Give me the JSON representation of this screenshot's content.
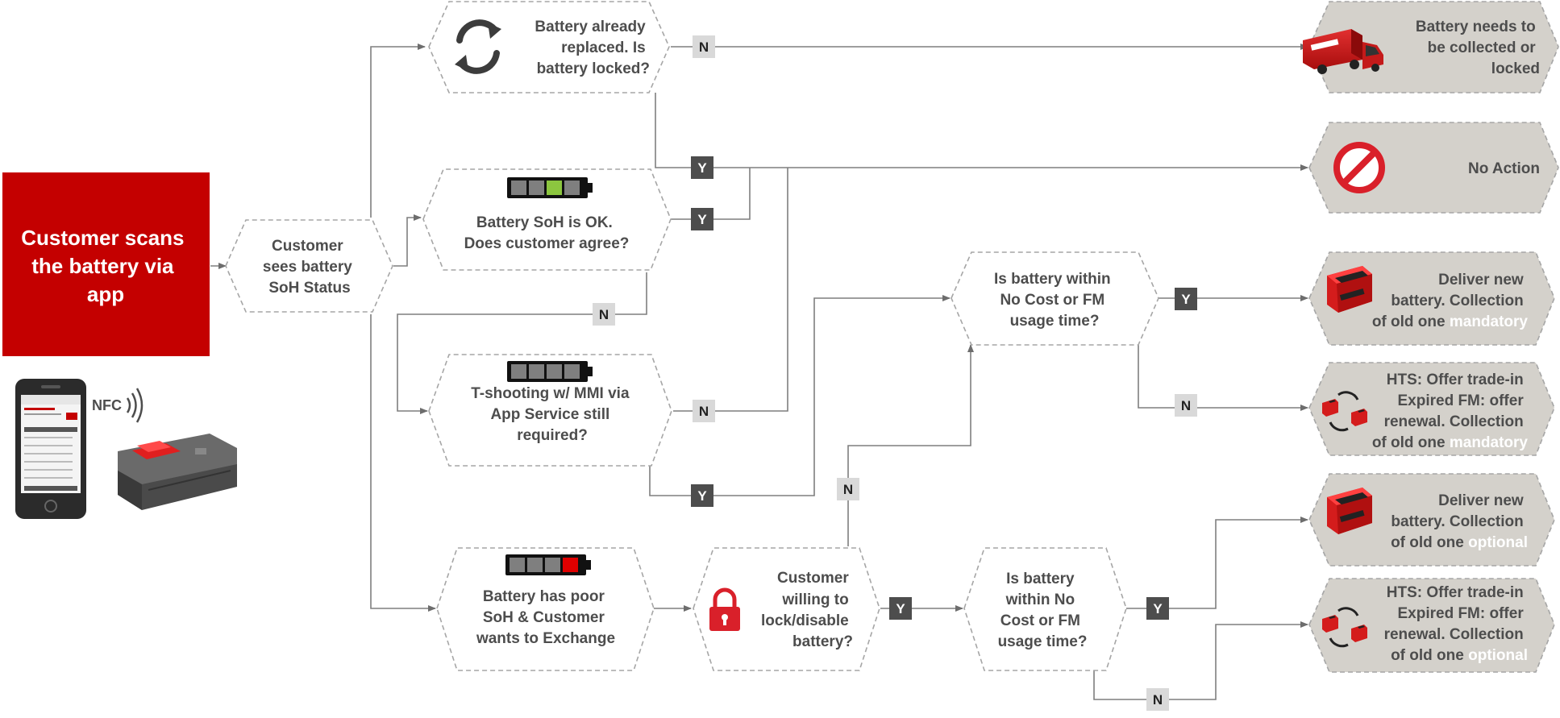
{
  "colors": {
    "brand_red": "#c40000",
    "outcome_fill": "#d4d1cb",
    "decision_stroke": "#a6a6a6",
    "text_dark": "#4d4d4d",
    "label_yes": "#4d4d4d",
    "label_no": "#d9d9d9",
    "highlight_white": "#ffffff",
    "battery_ok": "#8cc63f",
    "battery_poor": "#e00000"
  },
  "start": {
    "lines": [
      "Customer scans",
      "the battery via",
      "app"
    ]
  },
  "phone": {
    "nfc_label": "NFC"
  },
  "nodes": {
    "sees": [
      "Customer",
      "sees battery",
      "SoH Status"
    ],
    "replaced": [
      "Battery already",
      "replaced. Is",
      "battery locked?"
    ],
    "soh_ok": [
      "Battery SoH is OK.",
      "Does customer agree?"
    ],
    "tshoot": [
      "T-shooting w/ MMI via",
      "App Service still",
      "required?"
    ],
    "poor": [
      "Battery has poor",
      "SoH & Customer",
      "wants to Exchange"
    ],
    "lock": [
      "Customer",
      "willing to",
      "lock/disable",
      "battery?"
    ],
    "within1": [
      "Is battery within",
      "No Cost or FM",
      "usage time?"
    ],
    "within2": [
      "Is battery",
      "within No",
      "Cost or FM",
      "usage time?"
    ]
  },
  "outcomes": {
    "collect": [
      "Battery needs to",
      "be collected or",
      "locked"
    ],
    "no_action": "No Action",
    "deliver_mand": {
      "l1": "Deliver new",
      "l2": "battery. Collection",
      "l3": "of old one ",
      "hl": "mandatory"
    },
    "hts_mand": {
      "l1": "HTS: Offer trade-in",
      "l2": "Expired FM: offer",
      "l3": "renewal. Collection",
      "l4": "of old one ",
      "hl": "mandatory"
    },
    "deliver_opt": {
      "l1": "Deliver new",
      "l2": "battery. Collection",
      "l3": "of old one ",
      "hl": "optional"
    },
    "hts_opt": {
      "l1": "HTS: Offer trade-in",
      "l2": "Expired FM: offer",
      "l3": "renewal. Collection",
      "l4": "of old one ",
      "hl": "optional"
    }
  },
  "labels": {
    "yes": "Y",
    "no": "N"
  }
}
